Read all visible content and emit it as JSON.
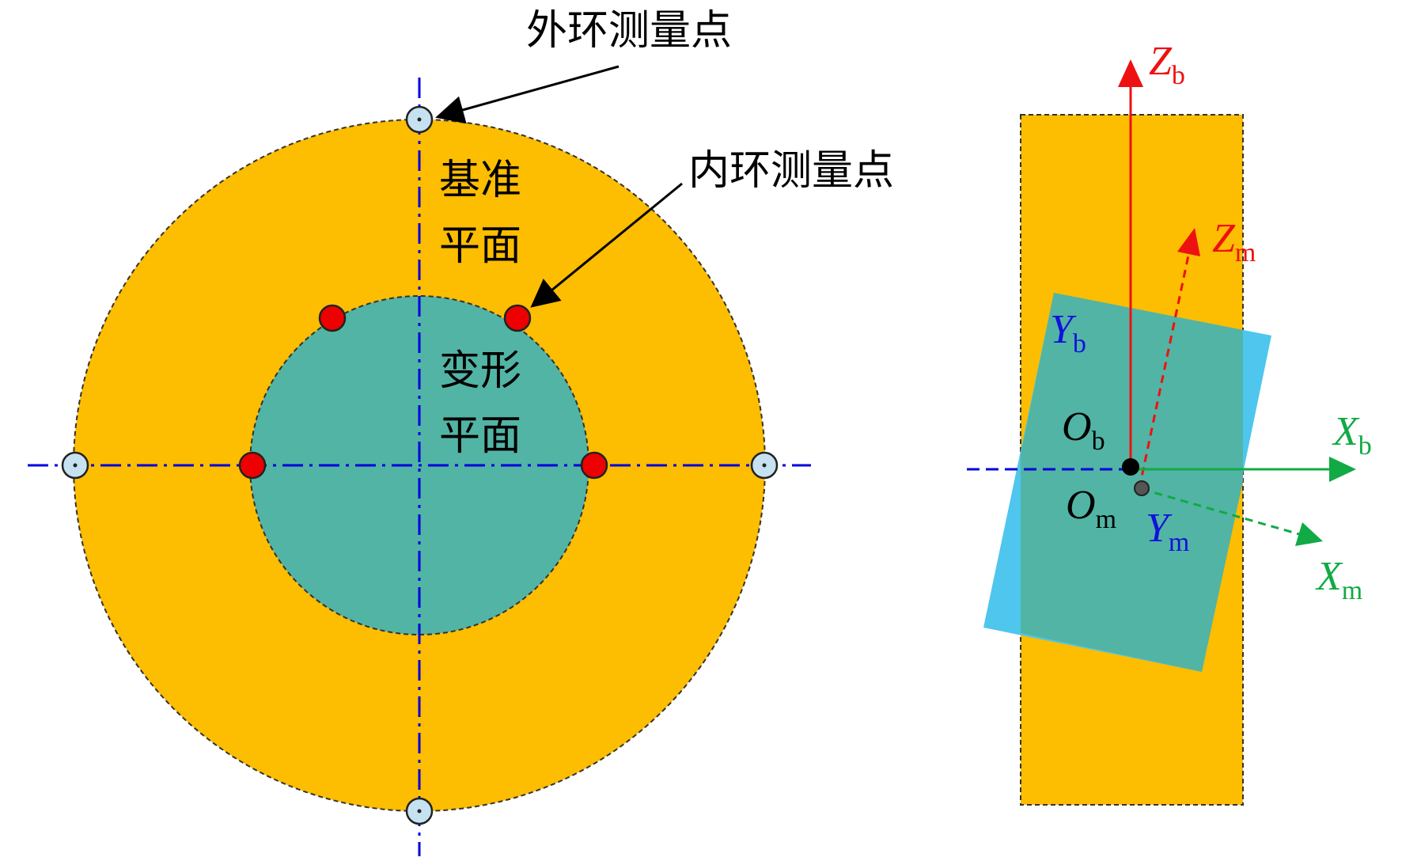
{
  "colors": {
    "ring_fill": "#FDBD00",
    "inner_disc_fill": "#52B4A4",
    "rotated_plate_fill": "#4EC6EE",
    "outer_point_fill": "#C6E2F0",
    "inner_point_fill": "#EE0000",
    "centerline": "#0000DD",
    "z_axis": "#EE1111",
    "x_axis": "#11AA44",
    "y_label": "#1111DD",
    "black": "#000000"
  },
  "labels": {
    "outer_ring_point": "外环测量点",
    "inner_ring_point": "内环测量点",
    "reference_plane_line1": "基准",
    "reference_plane_line2": "平面",
    "deformed_plane_line1": "变形",
    "deformed_plane_line2": "平面"
  },
  "axes": {
    "zb": {
      "main": "Z",
      "sub": "b"
    },
    "zm": {
      "main": "Z",
      "sub": "m"
    },
    "yb": {
      "main": "Y",
      "sub": "b"
    },
    "ym": {
      "main": "Y",
      "sub": "m"
    },
    "xb": {
      "main": "X",
      "sub": "b"
    },
    "xm": {
      "main": "X",
      "sub": "m"
    },
    "ob": {
      "main": "O",
      "sub": "b"
    },
    "om": {
      "main": "O",
      "sub": "m"
    }
  },
  "icons": {
    "outer_points": "circle-marker",
    "inner_points": "circle-marker",
    "arrows": "arrow-head"
  }
}
